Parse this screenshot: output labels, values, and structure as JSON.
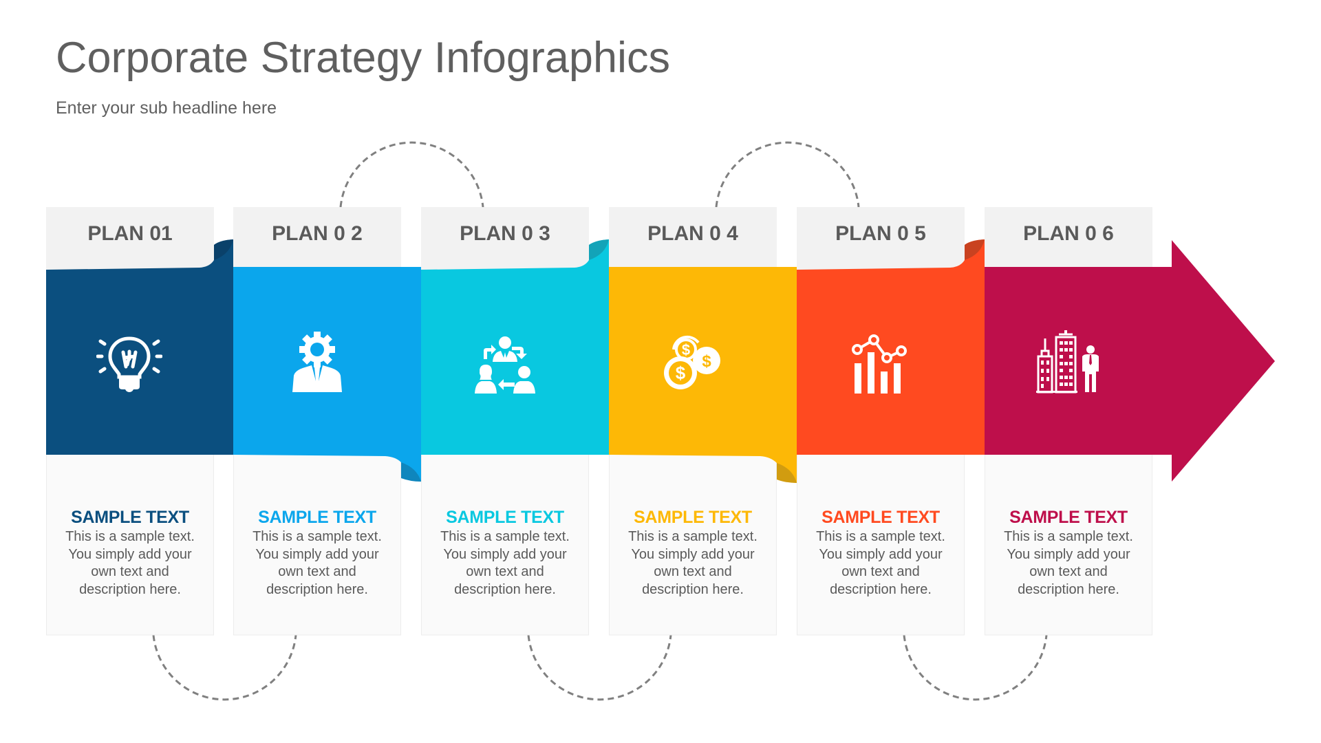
{
  "header": {
    "title": "Corporate Strategy Infographics",
    "subtitle": "Enter your sub headline here"
  },
  "colors": {
    "plan1": "#0b4f7f",
    "plan2": "#0ba6ec",
    "plan3": "#09c8e0",
    "plan4": "#fdb806",
    "plan5": "#ff4a20",
    "plan6": "#be0f4b",
    "label_bg": "#f2f2f2",
    "card_bg": "#fafafa",
    "connector": "#808080"
  },
  "plans": [
    {
      "label": "PLAN 01",
      "icon": "lightbulb-icon",
      "heading": "SAMPLE TEXT",
      "body": "This is a sample text. You simply add your own text and description here.",
      "color": "#0b4f7f"
    },
    {
      "label": "PLAN 0 2",
      "icon": "gear-head-person-icon",
      "heading": "SAMPLE TEXT",
      "body": "This is a sample text. You simply add your own text and description here.",
      "color": "#0ba6ec"
    },
    {
      "label": "PLAN 0 3",
      "icon": "team-cycle-icon",
      "heading": "SAMPLE TEXT",
      "body": "This is a sample text. You simply add your own text and description here.",
      "color": "#09c8e0"
    },
    {
      "label": "PLAN 0 4",
      "icon": "dollar-coins-icon",
      "heading": "SAMPLE TEXT",
      "body": "This is a sample text. You simply add your own text and description here.",
      "color": "#fdb806"
    },
    {
      "label": "PLAN 0 5",
      "icon": "bar-line-chart-icon",
      "heading": "SAMPLE TEXT",
      "body": "This is a sample text. You simply add your own text and description here.",
      "color": "#ff4a20"
    },
    {
      "label": "PLAN 0 6",
      "icon": "city-businessman-icon",
      "heading": "SAMPLE TEXT",
      "body": "This is a sample text. You simply add your own text and description here.",
      "color": "#be0f4b"
    }
  ]
}
